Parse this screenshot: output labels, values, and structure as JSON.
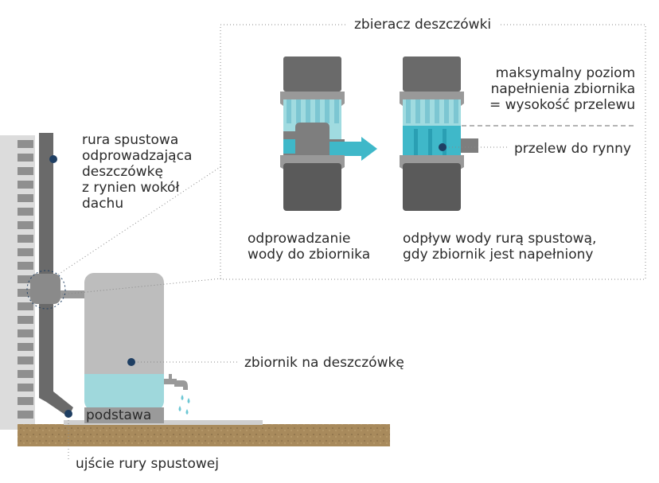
{
  "colors": {
    "wall": "#dddddd",
    "brick": "#8f8f8f",
    "pipe": "#6a6a6a",
    "pipe_dark": "#555555",
    "tank": "#bdbdbd",
    "water": "#9fd8dc",
    "water_bright": "#3fb8c9",
    "ground": "#a88a5c",
    "marker": "#1f3f63",
    "dotted_line": "#888888"
  },
  "labels": {
    "inset_title": "zbieracz deszczówki",
    "downpipe": "rura spustowa\nodprowadzająca\ndeszczówkę\nz rynien wokół\ndachu",
    "max_level": "maksymalny poziom\nnapełnienia zbiornika\n= wysokość przelewu",
    "overflow": "przelew do rynny",
    "drain_to_tank": "odprowadzanie\nwody do zbiornika",
    "outflow_full": "odpływ wody rurą spustową,\ngdy zbiornik jest napełniony",
    "tank": "zbiornik na deszczówkę",
    "base": "podstawa",
    "outlet": "ujście rury spustowej"
  },
  "icons": {
    "tap": "tap-icon",
    "drops": "water-drops-icon",
    "arrow": "flow-arrow-icon"
  }
}
